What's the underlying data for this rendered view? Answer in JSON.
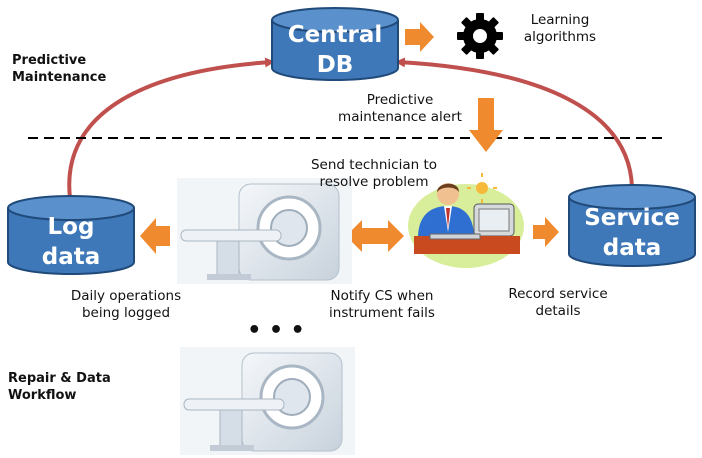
{
  "nodes": {
    "central_db": {
      "line1": "Central",
      "line2": "DB"
    },
    "log_data": {
      "line1": "Log",
      "line2": "data"
    },
    "service_data": {
      "line1": "Service",
      "line2": "data"
    }
  },
  "labels": {
    "learning_line1": "Learning",
    "learning_line2": "algorithms",
    "predictive_line1": "Predictive",
    "predictive_line2": "Maintenance",
    "alert_line1": "Predictive",
    "alert_line2": "maintenance alert",
    "send_tech_line1": "Send technician to",
    "send_tech_line2": "resolve problem",
    "daily_line1": "Daily operations",
    "daily_line2": "being logged",
    "notify_line1": "Notify CS when",
    "notify_line2": "instrument fails",
    "record_line1": "Record service",
    "record_line2": "details",
    "repair_line1": "Repair & Data",
    "repair_line2": "Workflow",
    "ellipsis": "• • •"
  },
  "colors": {
    "db_fill": "#3f78b8",
    "db_top": "#5a90cc",
    "db_stroke": "#1f4a7a",
    "arrow_orange": "#ef8a2e",
    "curve_red": "#c0504d",
    "gear": "#000000"
  },
  "icons": [
    "gear-icon",
    "ct-scanner-image",
    "technician-at-computer-clipart"
  ]
}
